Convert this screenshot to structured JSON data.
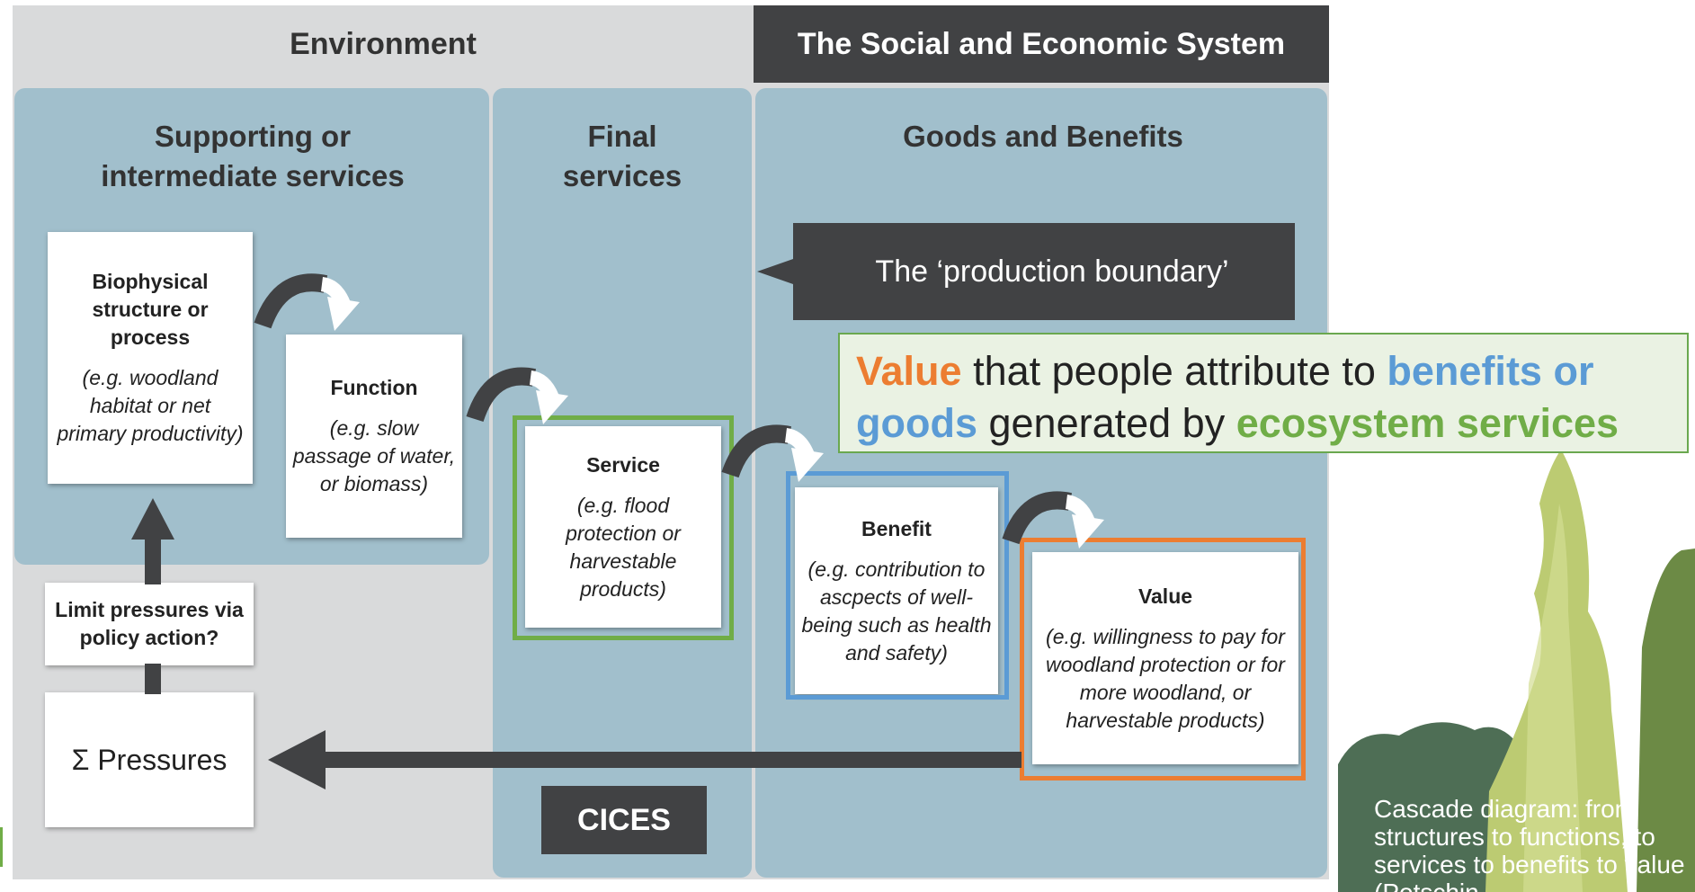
{
  "header": {
    "environment": "Environment",
    "social_economic": "The Social and Economic  System"
  },
  "columns": {
    "supporting": "Supporting or intermediate services",
    "final": "Final services",
    "goods": "Goods and Benefits"
  },
  "boxes": {
    "biophysical": {
      "title": "Biophysical structure or process",
      "detail": "(e.g. woodland habitat or net primary productivity)"
    },
    "function": {
      "title": "Function",
      "detail": "(e.g. slow passage of water, or biomass)"
    },
    "service": {
      "title": "Service",
      "detail": "(e.g. flood protection or harvestable products)"
    },
    "benefit": {
      "title": "Benefit",
      "detail": "(e.g. contribution to ascpects of well-being such as health and safety)"
    },
    "value": {
      "title": "Value",
      "detail": "(e.g. willingness to pay for woodland protection or for more woodland, or harvestable products)"
    },
    "limit": {
      "title": "Limit pressures via policy action?"
    },
    "pressures": {
      "title": "Σ Pressures"
    }
  },
  "production_boundary": "The ‘production boundary’",
  "cices": "CICES",
  "value_note": {
    "part1": "Value",
    "part2": " that people attribute to ",
    "part3": "benefits or goods",
    "part4": " generated by ",
    "part5": "ecosystem services"
  },
  "caption": "Cascade diagram: from structures to functions, to services to benefits to value (Potschin",
  "colors": {
    "panel": "#a1bfcc",
    "dark": "#414244",
    "service_frame": "#70ad47",
    "benefit_frame": "#5b9bd5",
    "value_frame": "#ec7d31"
  },
  "icons": {
    "arrows": "curved-arrow",
    "decoration": "tree-illustration"
  }
}
